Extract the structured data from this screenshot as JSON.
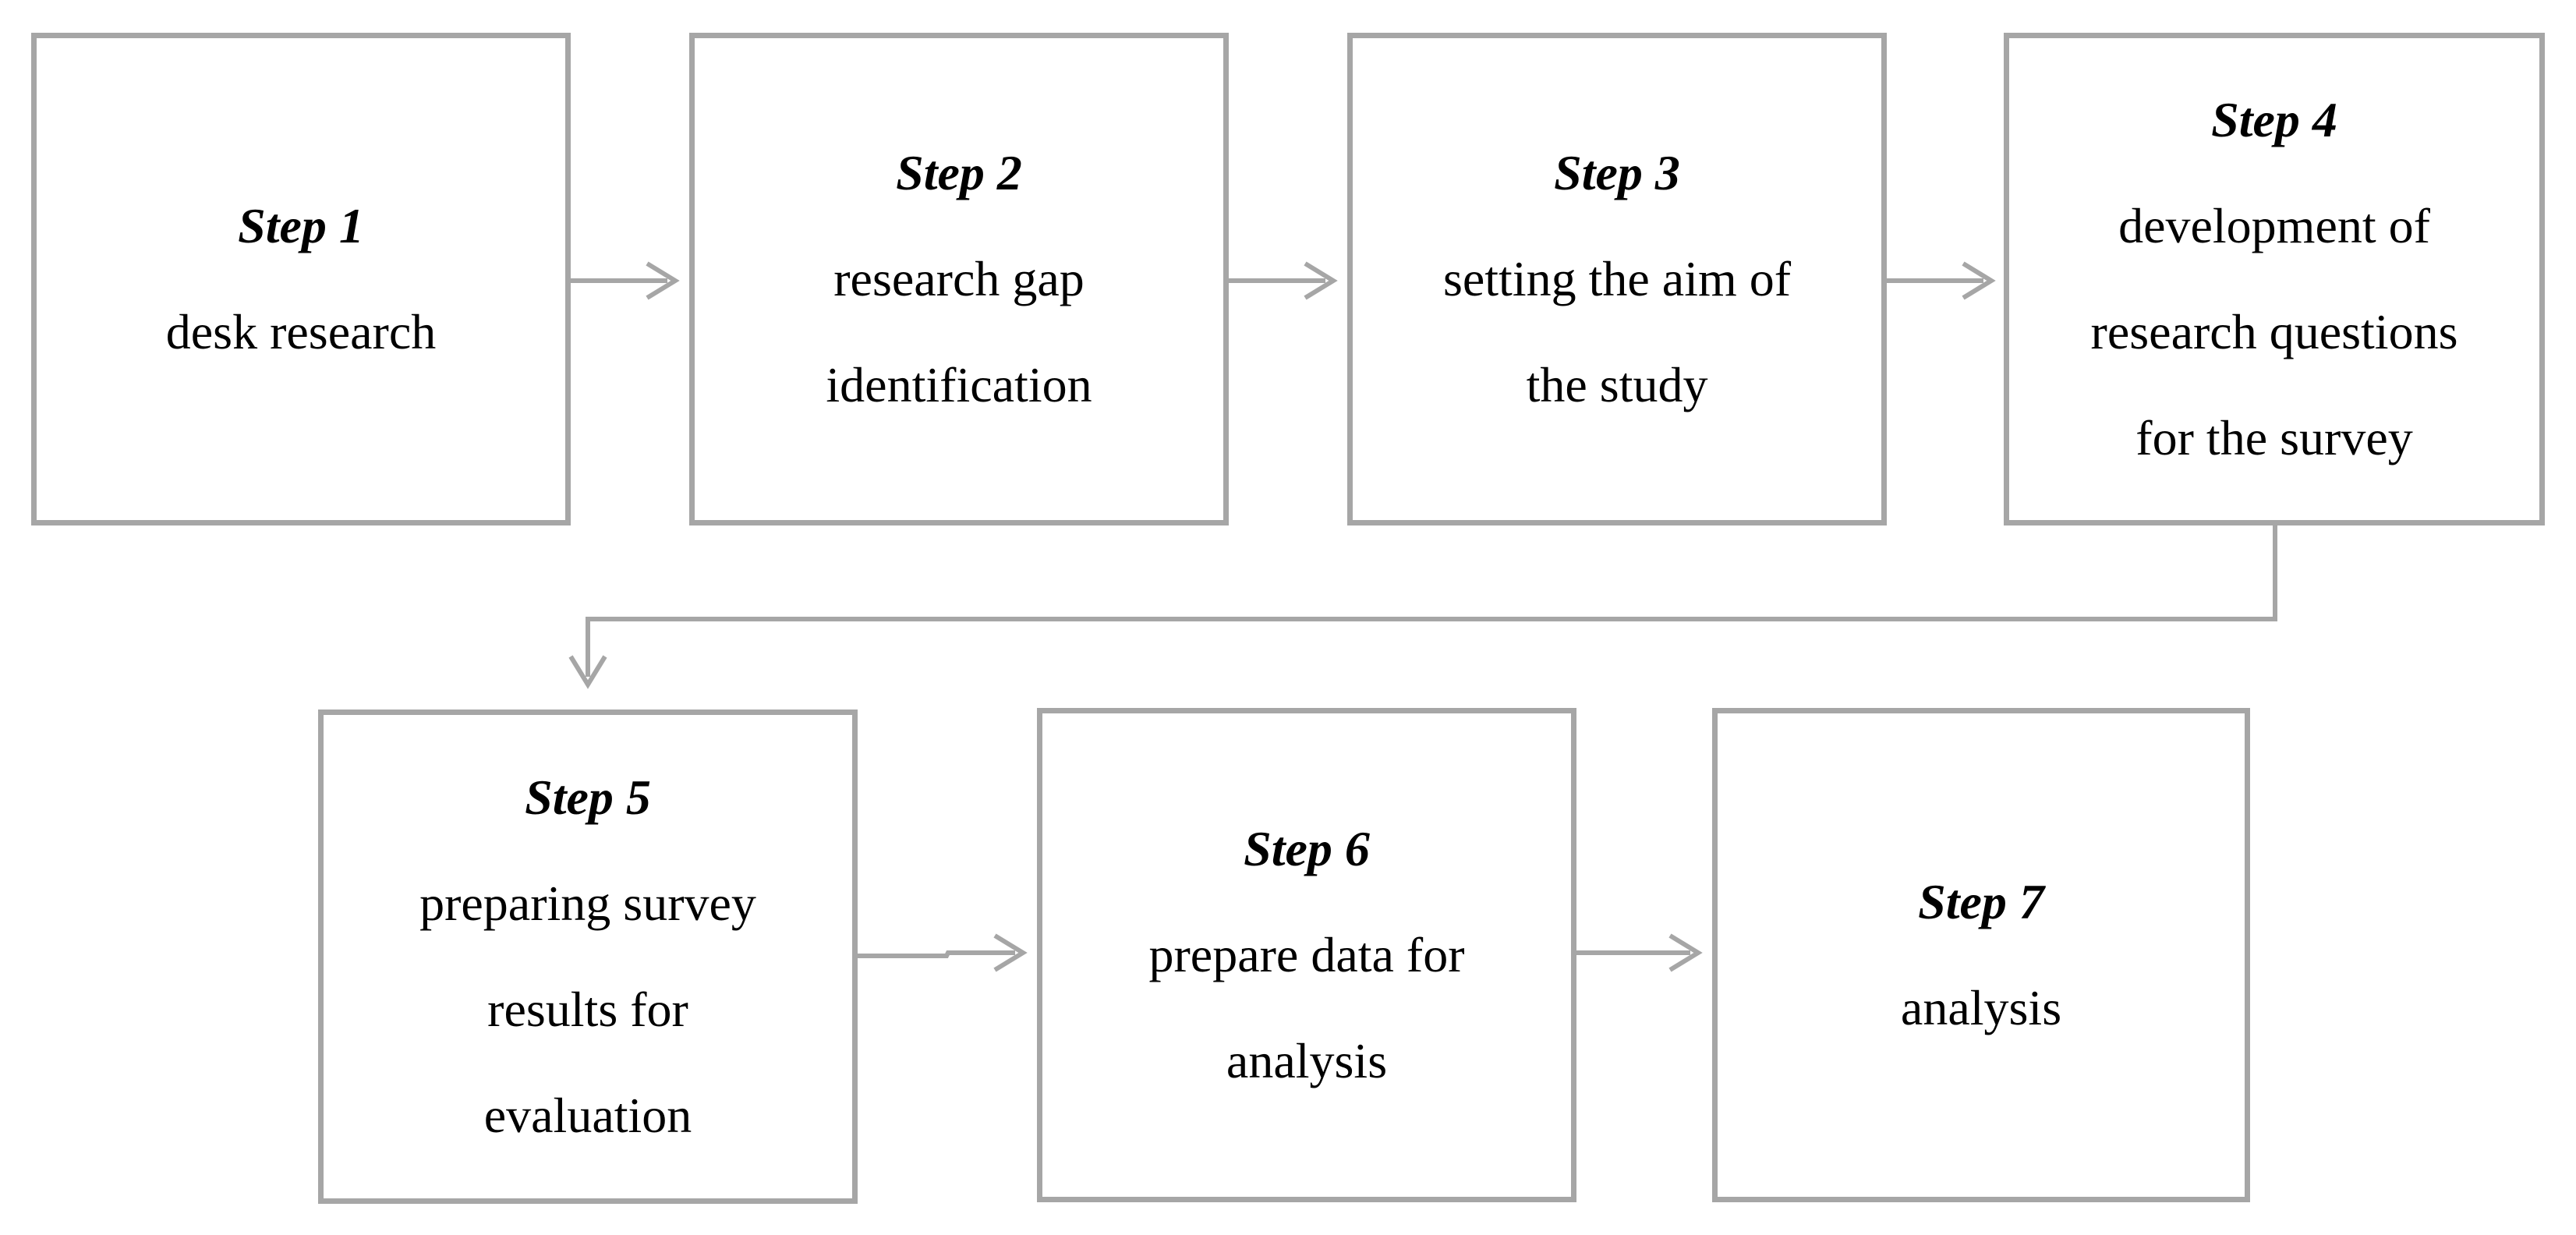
{
  "diagram": {
    "colors": {
      "border": "#a6a6a6",
      "arrow": "#a6a6a6",
      "text": "#000000",
      "background": "#ffffff"
    },
    "steps": [
      {
        "title": "Step 1",
        "lines": [
          "desk research"
        ]
      },
      {
        "title": "Step 2",
        "lines": [
          "research gap",
          "identification"
        ]
      },
      {
        "title": "Step 3",
        "lines": [
          "setting the aim of",
          "the study"
        ]
      },
      {
        "title": "Step 4",
        "lines": [
          "development of",
          "research questions",
          "for the survey"
        ]
      },
      {
        "title": "Step 5",
        "lines": [
          "preparing survey",
          "results for",
          "evaluation"
        ]
      },
      {
        "title": "Step 6",
        "lines": [
          "prepare data for",
          "analysis"
        ]
      },
      {
        "title": "Step 7",
        "lines": [
          "analysis"
        ]
      }
    ],
    "connections": [
      {
        "from": "Step 1",
        "to": "Step 2"
      },
      {
        "from": "Step 2",
        "to": "Step 3"
      },
      {
        "from": "Step 3",
        "to": "Step 4"
      },
      {
        "from": "Step 4",
        "to": "Step 5"
      },
      {
        "from": "Step 5",
        "to": "Step 6"
      },
      {
        "from": "Step 6",
        "to": "Step 7"
      }
    ]
  }
}
